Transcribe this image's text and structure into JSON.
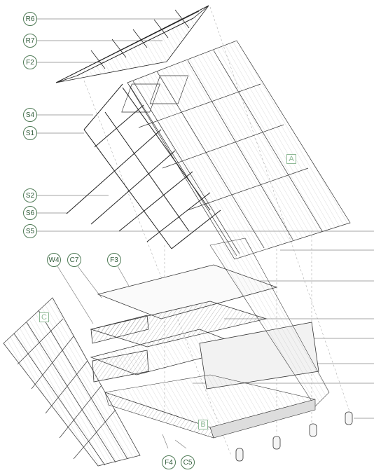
{
  "callouts": {
    "R6": "R6",
    "R7": "R7",
    "F2": "F2",
    "S4": "S4",
    "S1": "S1",
    "S2": "S2",
    "S6": "S6",
    "S5": "S5",
    "W4": "W4",
    "C7": "C7",
    "F3": "F3",
    "F4": "F4",
    "C5": "C5"
  },
  "zones": {
    "A": "A",
    "B": "B",
    "C": "C"
  },
  "colors": {
    "callout": "#4e7a55",
    "zone": "#8fb996",
    "linework": "#333333",
    "leader": "#888888"
  }
}
